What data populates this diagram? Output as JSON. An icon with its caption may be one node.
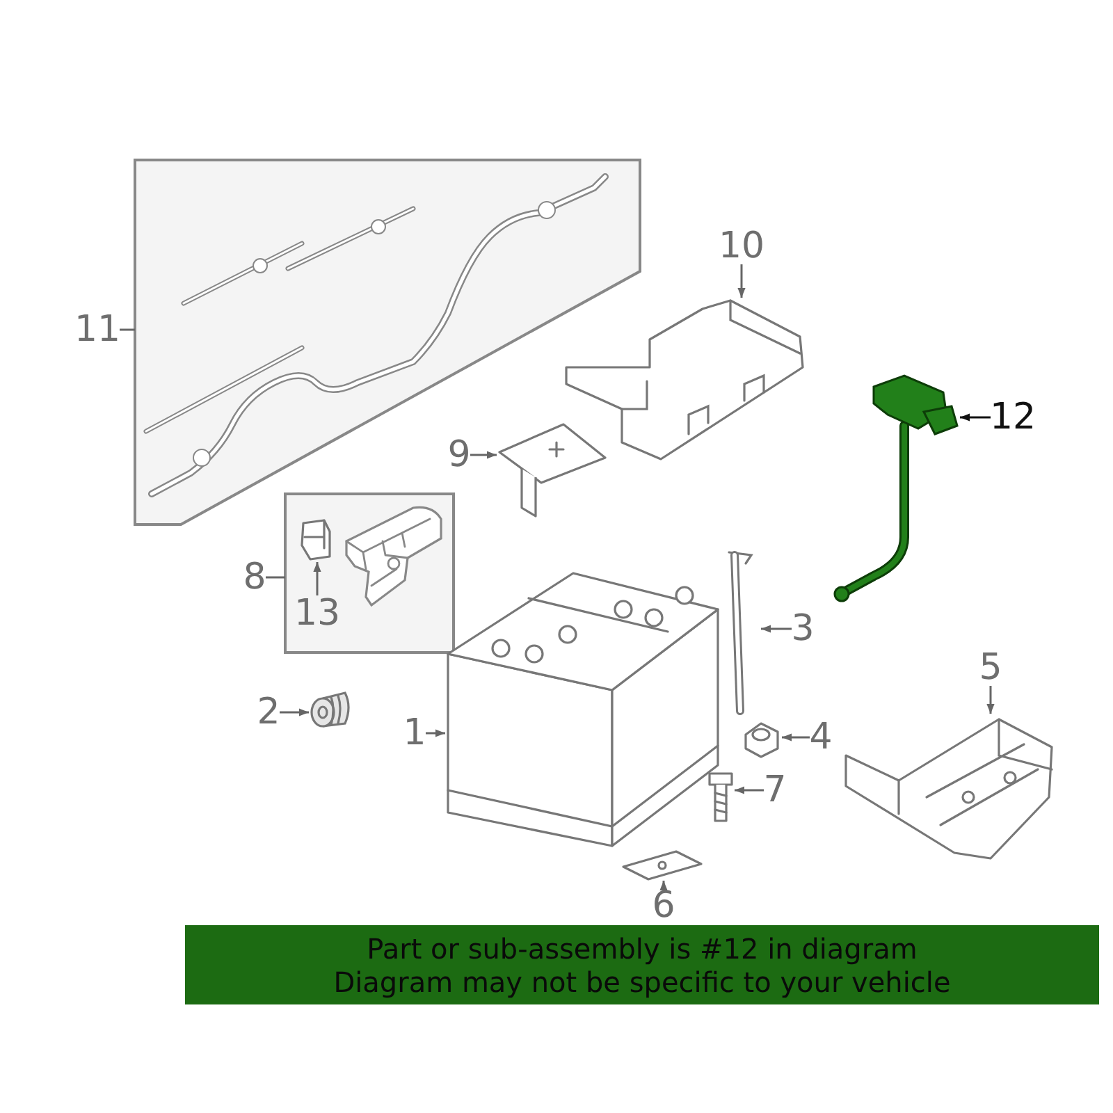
{
  "diagram": {
    "nodes": [
      {
        "text": [
          "11"
        ]
      },
      {
        "text": [],
        "shape": "box"
      },
      {
        "text": [
          "10"
        ]
      },
      {
        "text": [],
        "shape": "picture"
      },
      {
        "text": [
          "12"
        ]
      },
      {
        "text": [],
        "shape": "picture"
      },
      {
        "text": [
          "9"
        ]
      },
      {
        "text": [],
        "shape": "picture"
      },
      {
        "text": [
          "8"
        ]
      },
      {
        "text": [],
        "shape": "box"
      },
      {
        "text": [
          "13"
        ],
        "in": 9
      },
      {
        "text": [],
        "shape": "picture",
        "in": 9
      },
      {
        "text": [
          "3"
        ]
      },
      {
        "text": [],
        "shape": "picture"
      },
      {
        "text": [
          "2"
        ]
      },
      {
        "text": [],
        "shape": "picture"
      },
      {
        "text": [
          "1"
        ]
      },
      {
        "text": [],
        "shape": "picture"
      },
      {
        "text": [
          "4"
        ]
      },
      {
        "text": [],
        "shape": "picture"
      },
      {
        "text": [
          "5"
        ]
      },
      {
        "text": [],
        "shape": "picture"
      },
      {
        "text": [
          "7"
        ]
      },
      {
        "text": [],
        "shape": "picture"
      },
      {
        "text": [
          "6"
        ]
      },
      {
        "text": [],
        "shape": "picture"
      },
      {
        "text": [
          "Part or sub-assembly is #12 in diagram",
          "Diagram may not be specific to your vehicle"
        ]
      }
    ],
    "edges": [
      {
        "from": 0,
        "to": 1,
        "arrow": "none"
      },
      {
        "from": 2,
        "to": 3,
        "arrow": "to"
      },
      {
        "from": 4,
        "to": 5,
        "arrow": "to",
        "color": "#111111"
      },
      {
        "from": 6,
        "to": 7,
        "arrow": "to"
      },
      {
        "from": 8,
        "to": 9,
        "arrow": "none"
      },
      {
        "from": 10,
        "to": 11,
        "arrow": "to"
      },
      {
        "from": 12,
        "to": 13,
        "arrow": "to"
      },
      {
        "from": 14,
        "to": 15,
        "arrow": "to"
      },
      {
        "from": 16,
        "to": 17,
        "arrow": "to"
      },
      {
        "from": 18,
        "to": 19,
        "arrow": "to"
      },
      {
        "from": 20,
        "to": 21,
        "arrow": "to"
      },
      {
        "from": 22,
        "to": 23,
        "arrow": "to"
      },
      {
        "from": 24,
        "to": 25,
        "arrow": "to"
      }
    ]
  }
}
